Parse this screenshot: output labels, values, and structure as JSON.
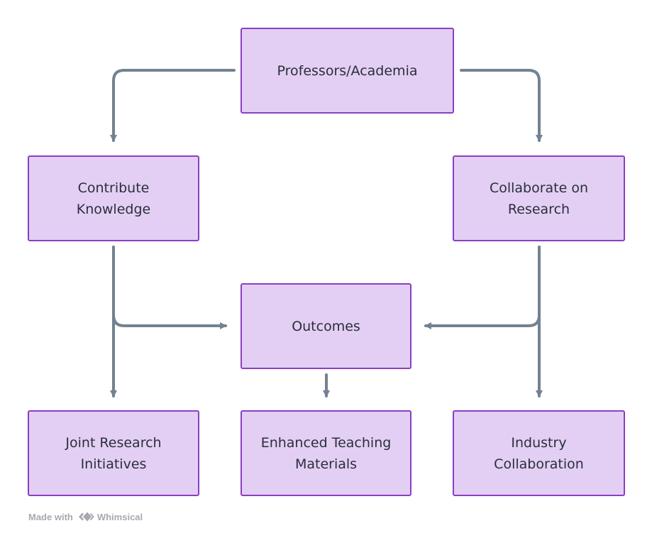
{
  "colors": {
    "node_fill": "#e3cff4",
    "node_border": "#8b3fc0",
    "connector": "#738291",
    "text": "#2a2f3a",
    "footer": "#a6a9b0"
  },
  "nodes": {
    "professors": "Professors/Academia",
    "contribute": "Contribute\nKnowledge",
    "collaborate": "Collaborate on\nResearch",
    "outcomes": "Outcomes",
    "joint": "Joint Research\nInitiatives",
    "teaching": "Enhanced Teaching\nMaterials",
    "industry": "Industry\nCollaboration"
  },
  "edges": [
    {
      "from": "professors",
      "to": "contribute"
    },
    {
      "from": "professors",
      "to": "collaborate"
    },
    {
      "from": "contribute",
      "to": "outcomes"
    },
    {
      "from": "collaborate",
      "to": "outcomes"
    },
    {
      "from": "contribute",
      "to": "joint"
    },
    {
      "from": "outcomes",
      "to": "teaching"
    },
    {
      "from": "collaborate",
      "to": "industry"
    }
  ],
  "footer": {
    "prefix": "Made with",
    "brand": "Whimsical",
    "logo_icon": "whimsical-logo-icon"
  }
}
